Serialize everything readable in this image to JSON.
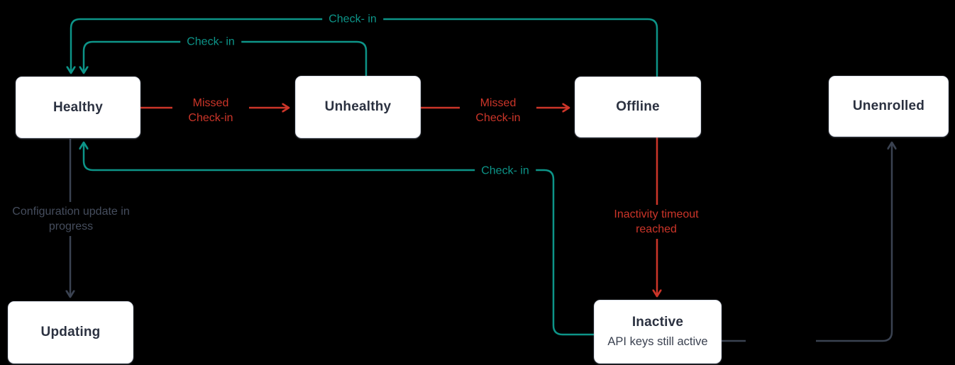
{
  "nodes": {
    "healthy": {
      "label": "Healthy"
    },
    "unhealthy": {
      "label": "Unhealthy"
    },
    "offline": {
      "label": "Offline"
    },
    "unenrolled": {
      "label": "Unenrolled"
    },
    "updating": {
      "label": "Updating"
    },
    "inactive": {
      "label": "Inactive",
      "sublabel": "API keys still active"
    }
  },
  "edge_labels": {
    "checkin_offline_to_healthy": "Check- in",
    "checkin_unhealthy_to_healthy": "Check- in",
    "checkin_inactive_to_healthy": "Check- in",
    "missed_checkin_healthy_to_unhealthy": "Missed Check-in",
    "missed_checkin_unhealthy_to_offline": "Missed Check-in",
    "inactivity_timeout_offline_to_inactive": "Inactivity timeout reached",
    "config_update_healthy_to_updating": "Configuration update in progress"
  },
  "colors": {
    "background": "#000000",
    "checkin_teal": "#0d9488",
    "alert_red": "#cc3529",
    "neutral_gray": "#3a4251",
    "node_background": "#ffffff",
    "node_text": "#2b3140"
  }
}
